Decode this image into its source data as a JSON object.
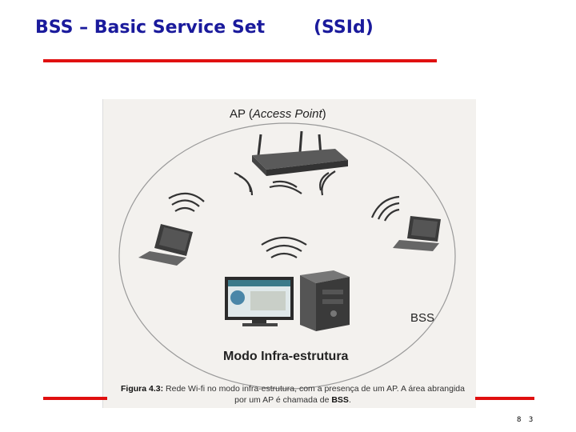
{
  "slide": {
    "title": "BSS – Basic Service Set",
    "title_paren": "(SSId)",
    "page_number": "8 3",
    "accent_color": "#e01010",
    "title_color": "#1a1a9c"
  },
  "figure": {
    "ap_label_prefix": "AP (",
    "ap_label_italic": "Access Point",
    "ap_label_suffix": ")",
    "bss_label": "BSS",
    "mode_label": "Modo Infra-estrutura",
    "caption_bold": "Figura 4.3:",
    "caption_text": " Rede Wi-fi no modo infra-estrutura, com a presença de um AP. A área abrangida por um AP é chamada de ",
    "caption_bold_end": "BSS",
    "caption_end": "."
  }
}
